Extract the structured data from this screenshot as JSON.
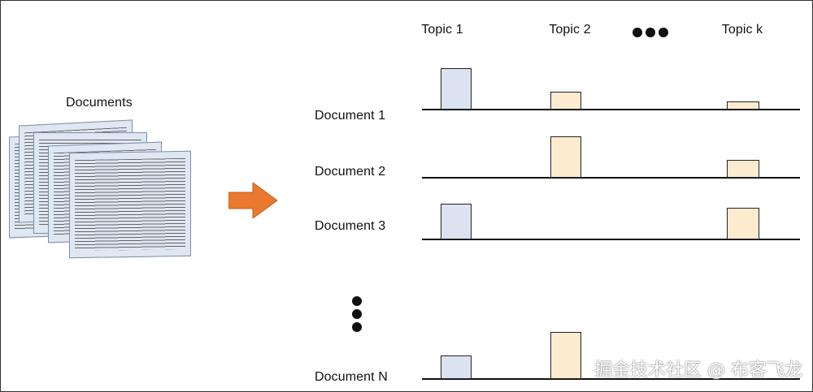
{
  "documents_label": "Documents",
  "topics": [
    "Topic 1",
    "Topic 2",
    "Topic k"
  ],
  "documents": [
    {
      "name": "Document 1",
      "weights": [
        1.0,
        0.42,
        0.18
      ]
    },
    {
      "name": "Document 2",
      "weights": [
        0,
        1.0,
        0.42
      ]
    },
    {
      "name": "Document 3",
      "weights": [
        0.85,
        0,
        0.75
      ]
    },
    {
      "name": "Document N",
      "weights": [
        0.55,
        1.15,
        0
      ]
    }
  ],
  "colors": {
    "topic_1_bar": "#dae3ef",
    "other_topic_bar": "#fdebd0",
    "arrow": "#e8792f",
    "page_fill": "#dfe7f3"
  },
  "watermark": "掘金技术社区 @ 布客飞龙"
}
